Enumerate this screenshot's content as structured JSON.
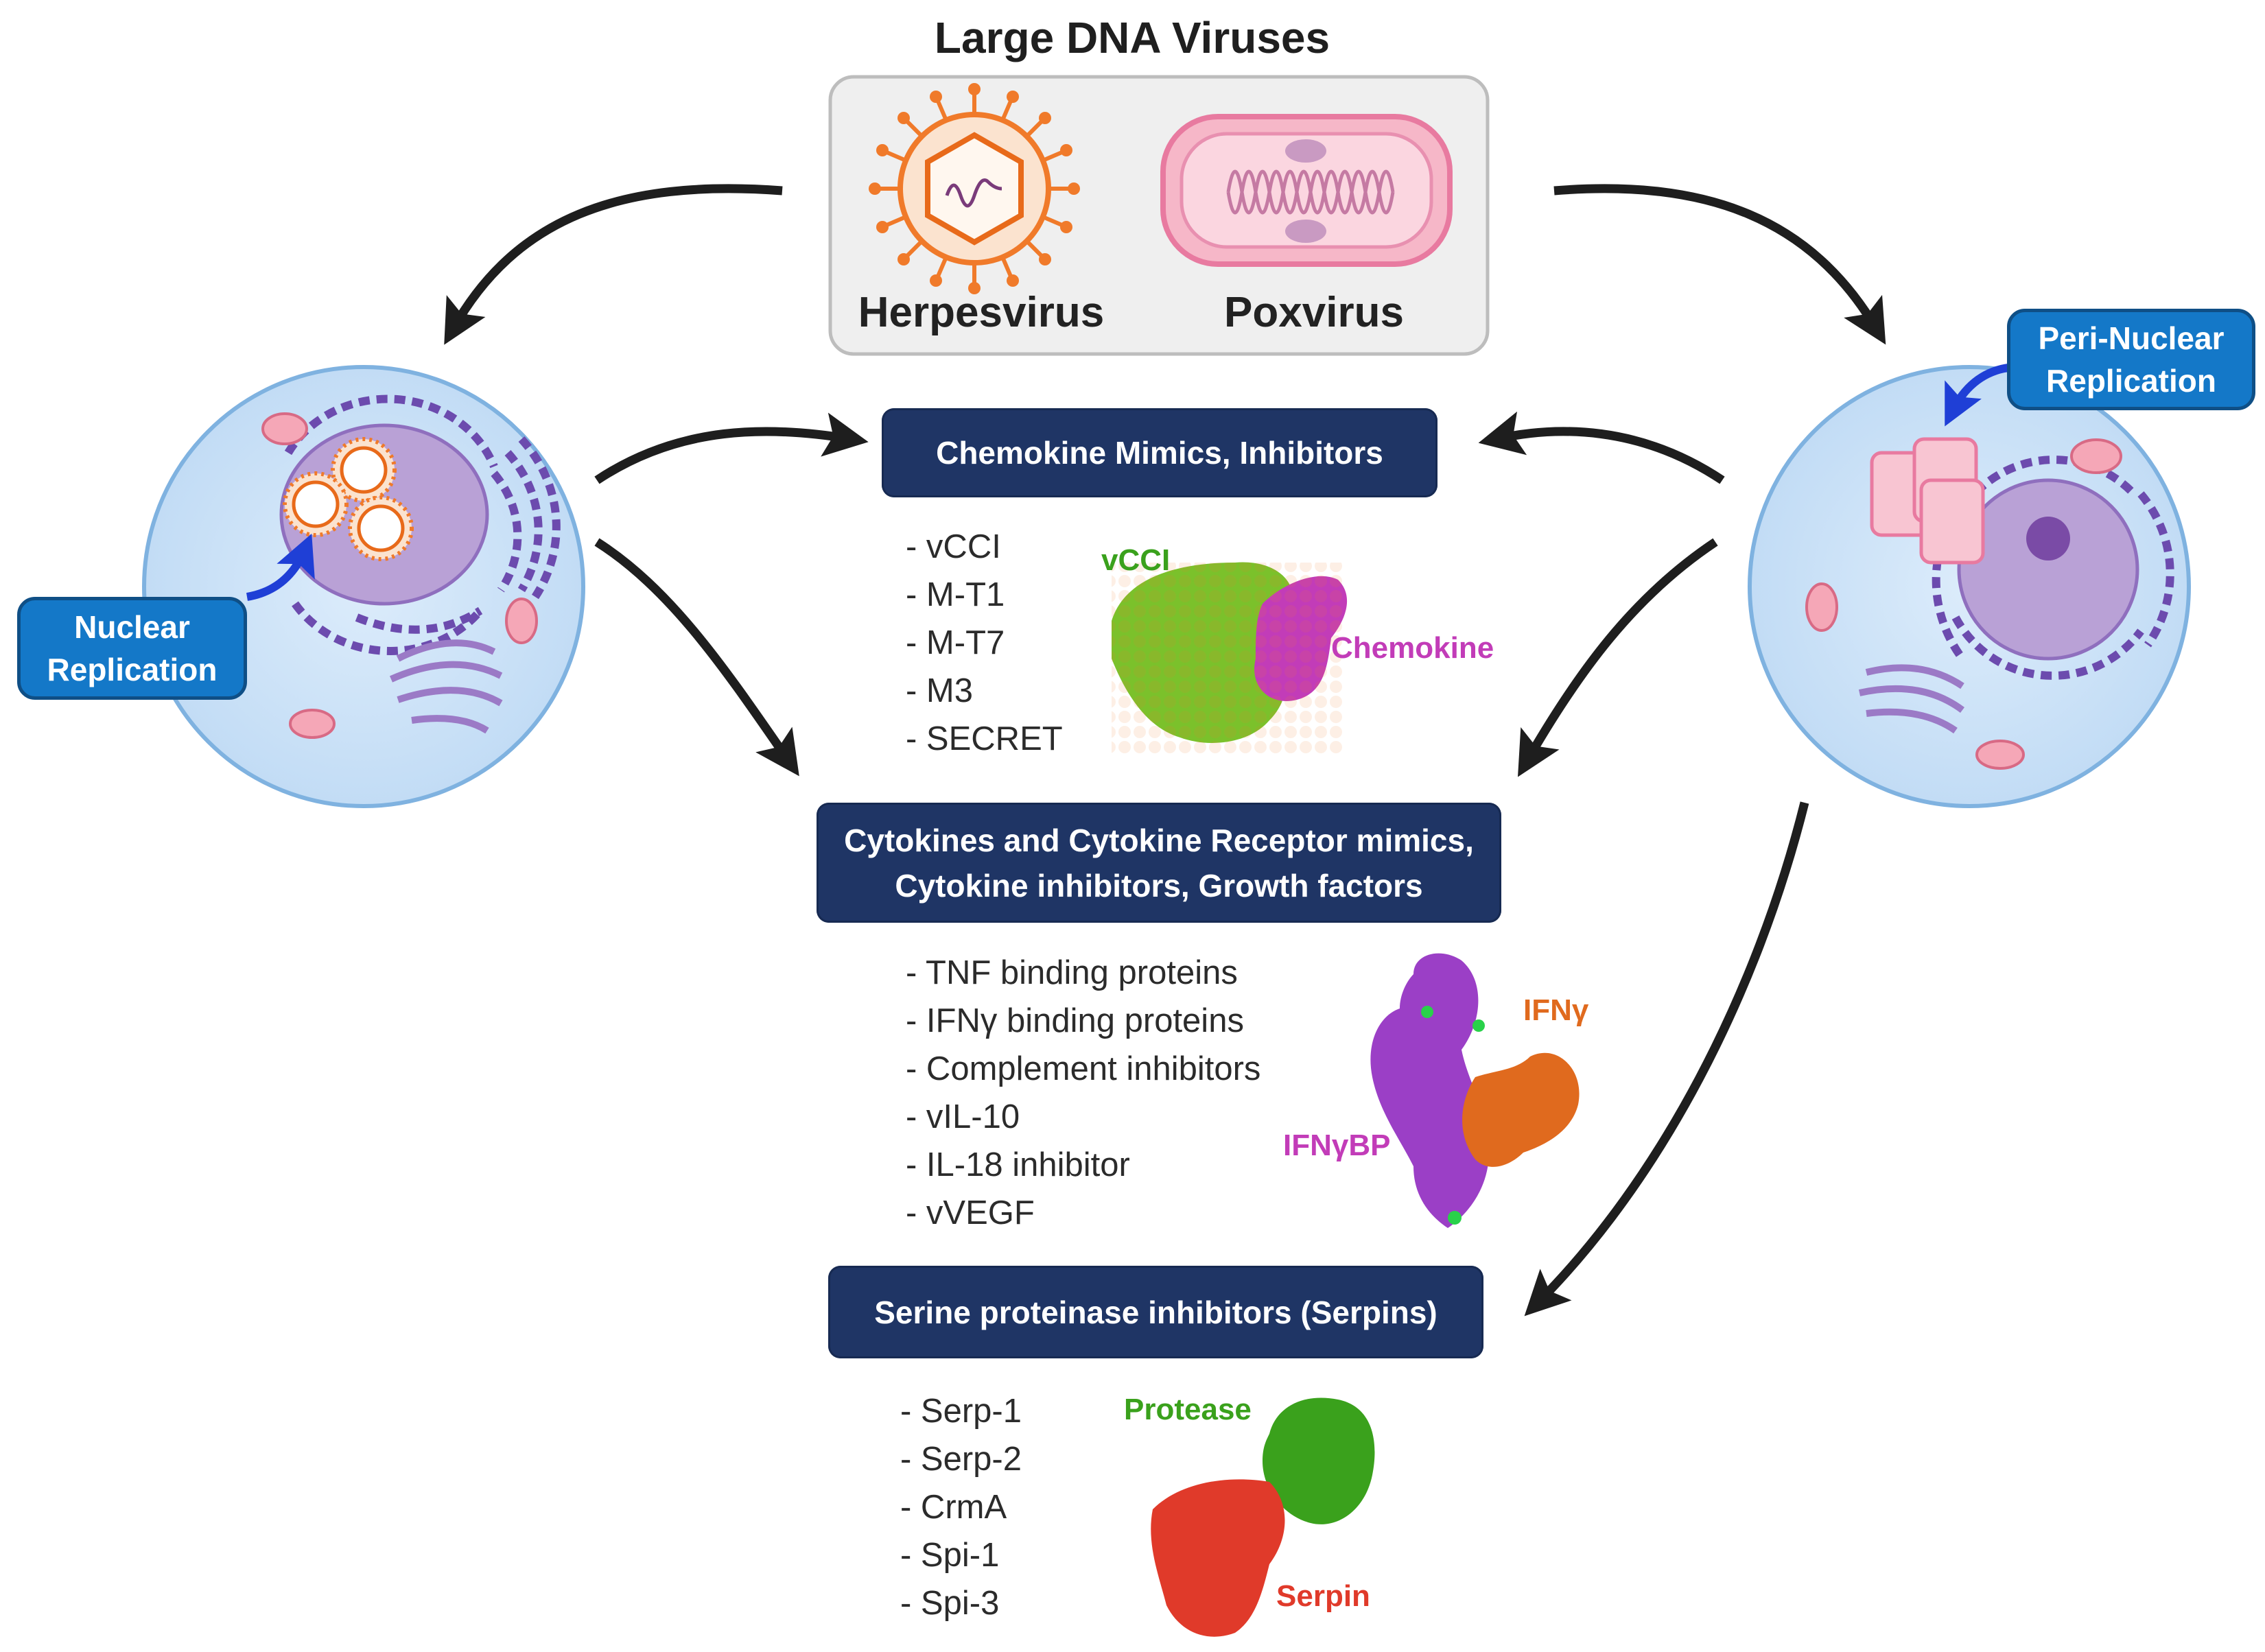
{
  "title": "Large DNA Viruses",
  "viruses": {
    "herpes": "Herpesvirus",
    "pox": "Poxvirus"
  },
  "cells": {
    "nuclear_label_1": "Nuclear",
    "nuclear_label_2": "Replication",
    "peri_label_1": "Peri-Nuclear",
    "peri_label_2": "Replication"
  },
  "sections": {
    "chemokine": {
      "header": "Chemokine Mimics, Inhibitors",
      "items": [
        "- vCCI",
        "- M-T1",
        "- M-T7",
        "- M3",
        "- SECRET"
      ],
      "protein_labels": {
        "a": "vCCI",
        "b": "Chemokine"
      }
    },
    "cytokine": {
      "header_1": "Cytokines and Cytokine Receptor mimics,",
      "header_2": "Cytokine inhibitors, Growth factors",
      "items": [
        "- TNF binding proteins",
        "- IFNγ binding proteins",
        "- Complement inhibitors",
        "- vIL-10",
        "- IL-18 inhibitor",
        "- vVEGF"
      ],
      "protein_labels": {
        "a": "IFNγ",
        "b": "IFNγBP"
      }
    },
    "serpin": {
      "header": "Serine proteinase inhibitors (Serpins)",
      "items": [
        "- Serp-1",
        "- Serp-2",
        "- CrmA",
        "- Spi-1",
        "- Spi-3"
      ],
      "protein_labels": {
        "a": "Protease",
        "b": "Serpin"
      }
    }
  },
  "colors": {
    "navy": "#1f3565",
    "blue": "#1478c8",
    "green": "#3aa11c",
    "magenta": "#c23cb8",
    "orange": "#e06a1e",
    "red": "#e03a2a",
    "purple": "#9b3fc6"
  }
}
